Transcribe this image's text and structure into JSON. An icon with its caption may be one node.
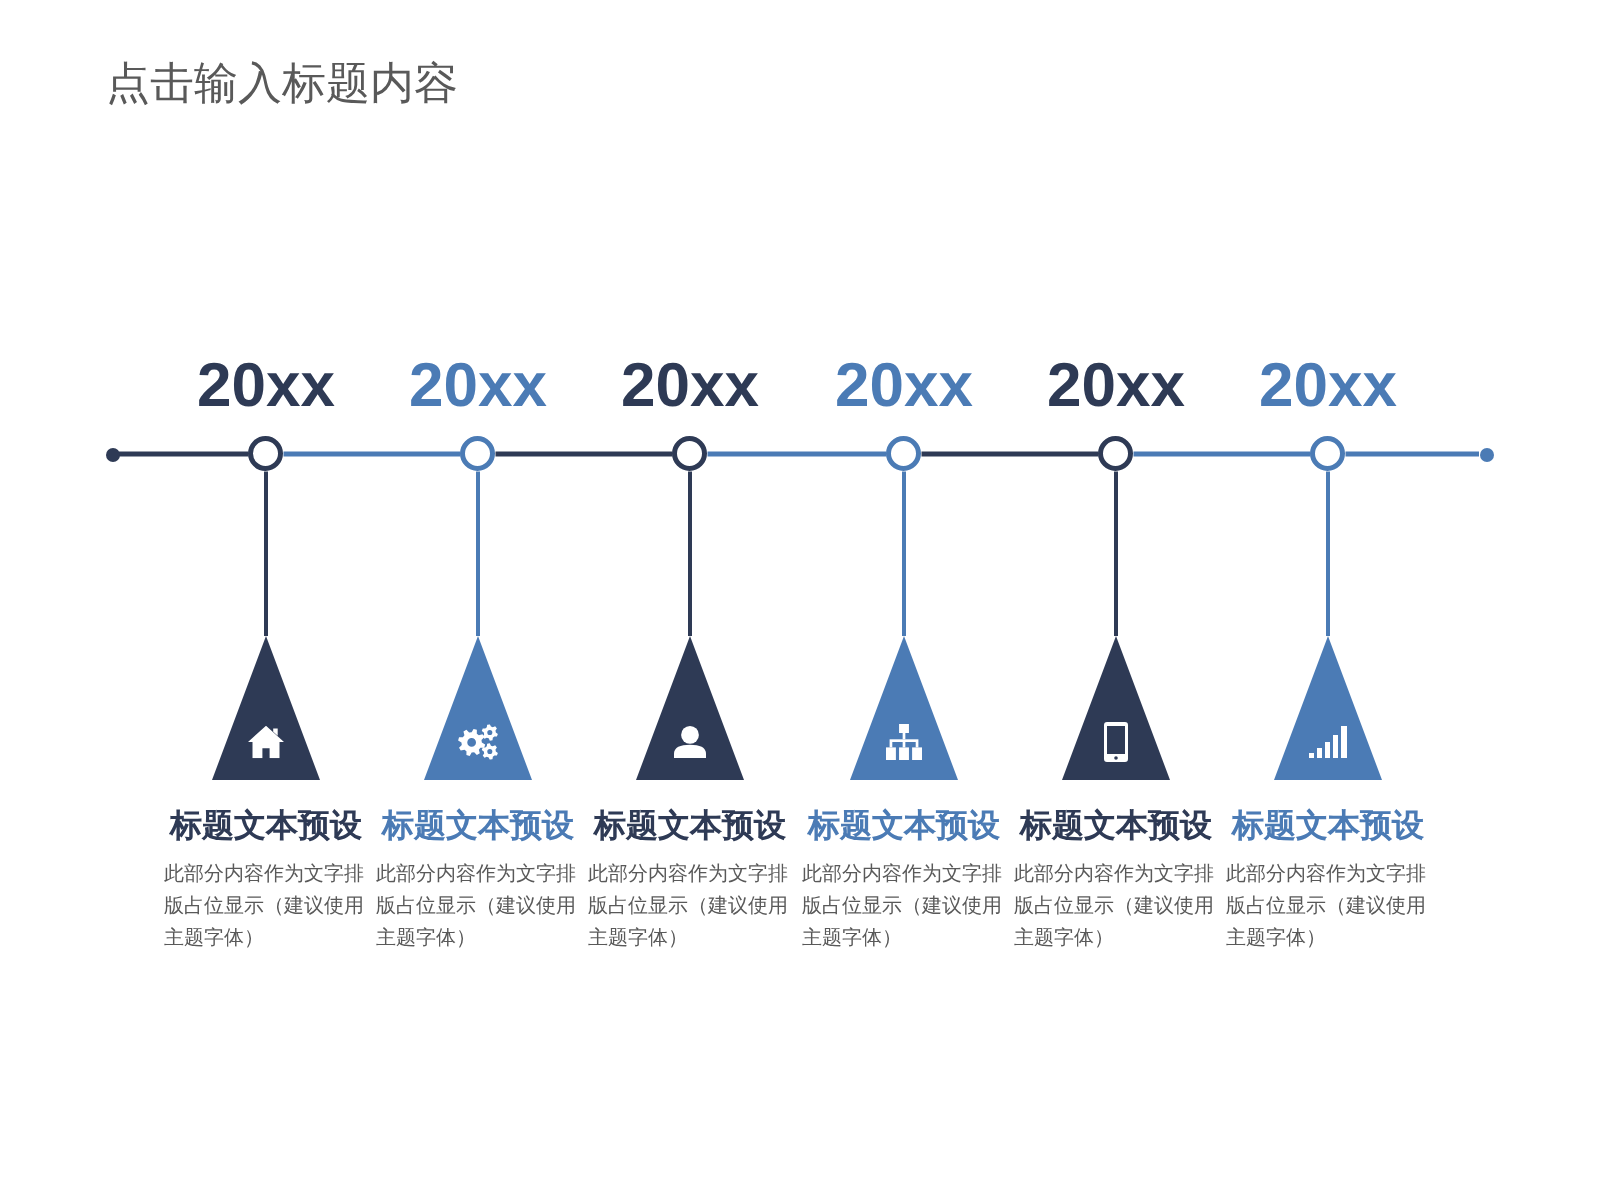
{
  "diagram": {
    "title": "点击输入标题内容",
    "nodes": [
      {
        "text": [],
        "shape": "circle"
      },
      {
        "text": [],
        "shape": "circle",
        "beside": [
          "20xx"
        ]
      },
      {
        "text": [],
        "shape": "circle",
        "beside": [
          "20xx"
        ]
      },
      {
        "text": [],
        "shape": "circle",
        "beside": [
          "20xx"
        ]
      },
      {
        "text": [],
        "shape": "circle",
        "beside": [
          "20xx"
        ]
      },
      {
        "text": [],
        "shape": "circle",
        "beside": [
          "20xx"
        ]
      },
      {
        "text": [],
        "shape": "circle",
        "beside": [
          "20xx"
        ]
      },
      {
        "text": [],
        "shape": "circle"
      },
      {
        "text": [],
        "shape": "triangle",
        "beside": [
          "标题文本预设",
          "此部分内容作为文字排版占位显示（建议使用主题字体）"
        ]
      },
      {
        "text": [],
        "shape": "triangle",
        "beside": [
          "标题文本预设",
          "此部分内容作为文字排版占位显示（建议使用主题字体）"
        ]
      },
      {
        "text": [],
        "shape": "triangle",
        "beside": [
          "标题文本预设",
          "此部分内容作为文字排版占位显示（建议使用主题字体）"
        ]
      },
      {
        "text": [],
        "shape": "triangle",
        "beside": [
          "标题文本预设",
          "此部分内容作为文字排版占位显示（建议使用主题字体）"
        ]
      },
      {
        "text": [],
        "shape": "triangle",
        "beside": [
          "标题文本预设",
          "此部分内容作为文字排版占位显示（建议使用主题字体）"
        ]
      },
      {
        "text": [],
        "shape": "triangle",
        "beside": [
          "标题文本预设",
          "此部分内容作为文字排版占位显示（建议使用主题字体）"
        ]
      }
    ],
    "edges": [
      {
        "from": 0,
        "to": 1,
        "arrow": "none",
        "color": "#2e3a55"
      },
      {
        "from": 1,
        "to": 2,
        "arrow": "none"
      },
      {
        "from": 2,
        "to": 3,
        "arrow": "none",
        "color": "#2e3a55"
      },
      {
        "from": 3,
        "to": 4,
        "arrow": "none"
      },
      {
        "from": 4,
        "to": 5,
        "arrow": "none",
        "color": "#2e3a55"
      },
      {
        "from": 5,
        "to": 6,
        "arrow": "none"
      },
      {
        "from": 6,
        "to": 7,
        "arrow": "none"
      },
      {
        "from": 1,
        "to": 8,
        "arrow": "none",
        "color": "#2e3a55"
      },
      {
        "from": 2,
        "to": 9,
        "arrow": "none"
      },
      {
        "from": 3,
        "to": 10,
        "arrow": "none",
        "color": "#2e3a55"
      },
      {
        "from": 4,
        "to": 11,
        "arrow": "none"
      },
      {
        "from": 5,
        "to": 12,
        "arrow": "none",
        "color": "#2e3a55"
      },
      {
        "from": 6,
        "to": 13,
        "arrow": "none"
      }
    ]
  }
}
